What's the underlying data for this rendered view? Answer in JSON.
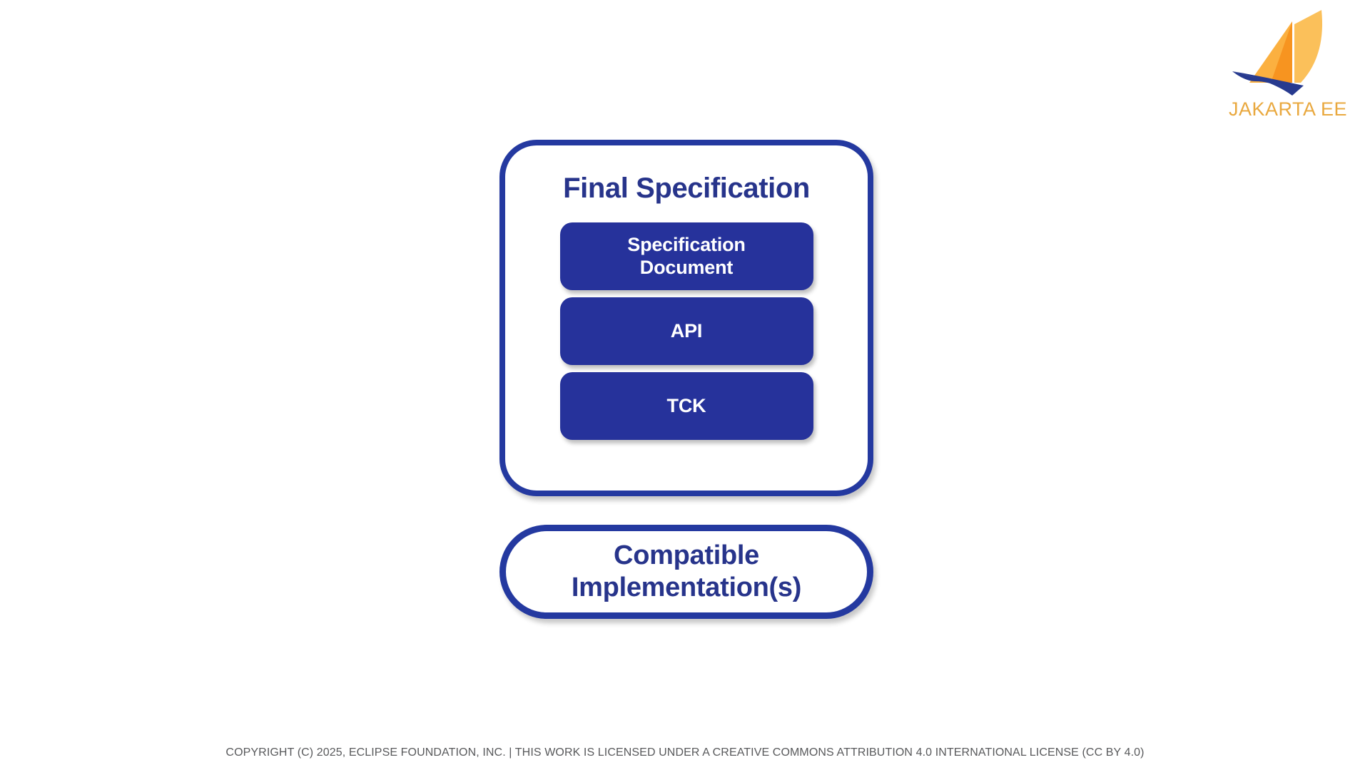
{
  "brand": {
    "logo_icon": "jakarta-ee-sailboat-logo",
    "wordmark": "JAKARTA EE",
    "colors": {
      "sail_light": "#FBB040",
      "sail_mid": "#F79420",
      "sail_pale": "#FBC05A",
      "hull_navy": "#273A8F",
      "wordmark": "#E9A83E"
    }
  },
  "diagram": {
    "type": "nested-block-diagram",
    "spec_container": {
      "title": "Final Specification",
      "items": [
        {
          "label": "Specification\nDocument"
        },
        {
          "label": "API"
        },
        {
          "label": "TCK"
        }
      ]
    },
    "implementation": {
      "label": "Compatible\nImplementation(s)"
    },
    "colors": {
      "border_navy": "#2439A0",
      "fill_navy": "#26329B",
      "title_navy": "#27348B",
      "item_text": "#FFFFFF",
      "background": "#FFFFFF"
    }
  },
  "footer": {
    "copyright": "COPYRIGHT (C) 2025, ECLIPSE FOUNDATION, INC. | THIS WORK IS LICENSED UNDER A CREATIVE COMMONS ATTRIBUTION 4.0 INTERNATIONAL LICENSE (CC BY 4.0)"
  }
}
